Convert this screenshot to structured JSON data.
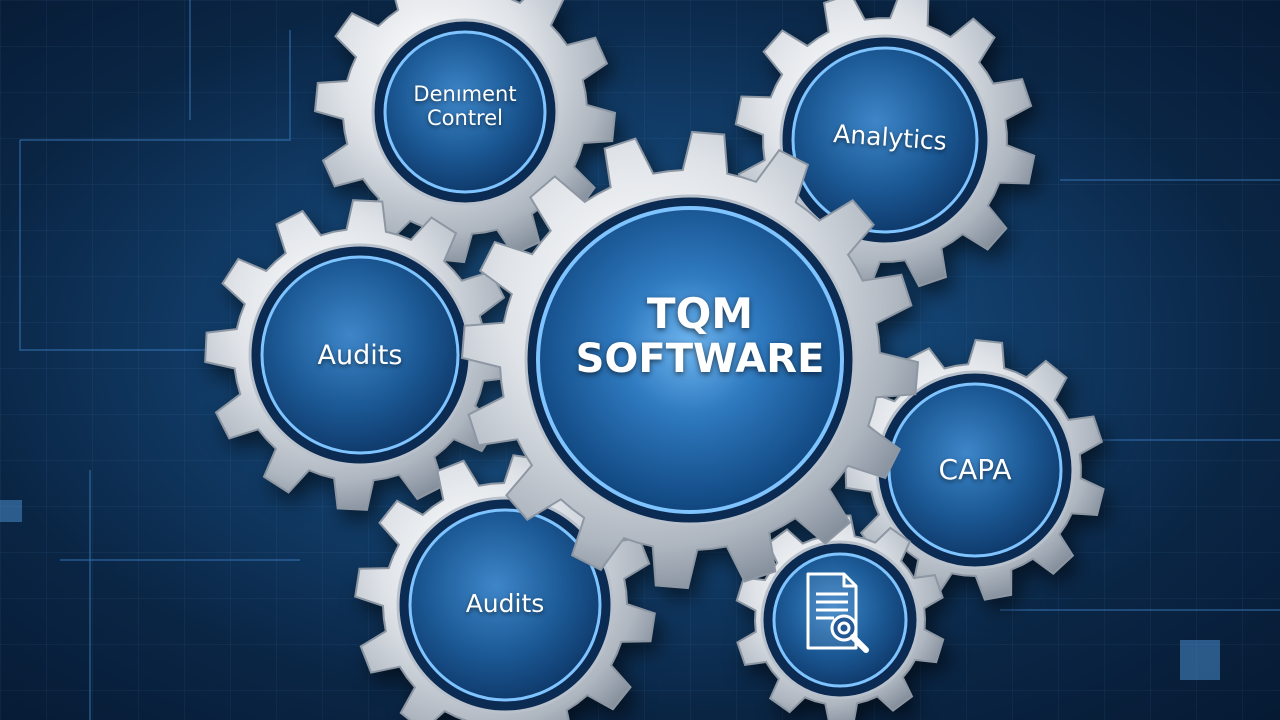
{
  "center_gear": {
    "line1": "TQM",
    "line2": "SOFTWARE"
  },
  "gears": {
    "top_left": {
      "line1": "Denıment",
      "line2": "Contrel"
    },
    "top_right": {
      "label": "Analytics"
    },
    "left": {
      "label": "Audits"
    },
    "bottom_left": {
      "label": "Audits"
    },
    "right": {
      "label": "CAPA"
    },
    "bottom_right": {
      "icon": "document-magnifier-icon"
    }
  },
  "colors": {
    "background": "#0f3a66",
    "gear_metal": "#d9dde2",
    "gear_face": "#1d5a93",
    "rim_glow": "#7fc4ff",
    "text": "#ffffff"
  }
}
